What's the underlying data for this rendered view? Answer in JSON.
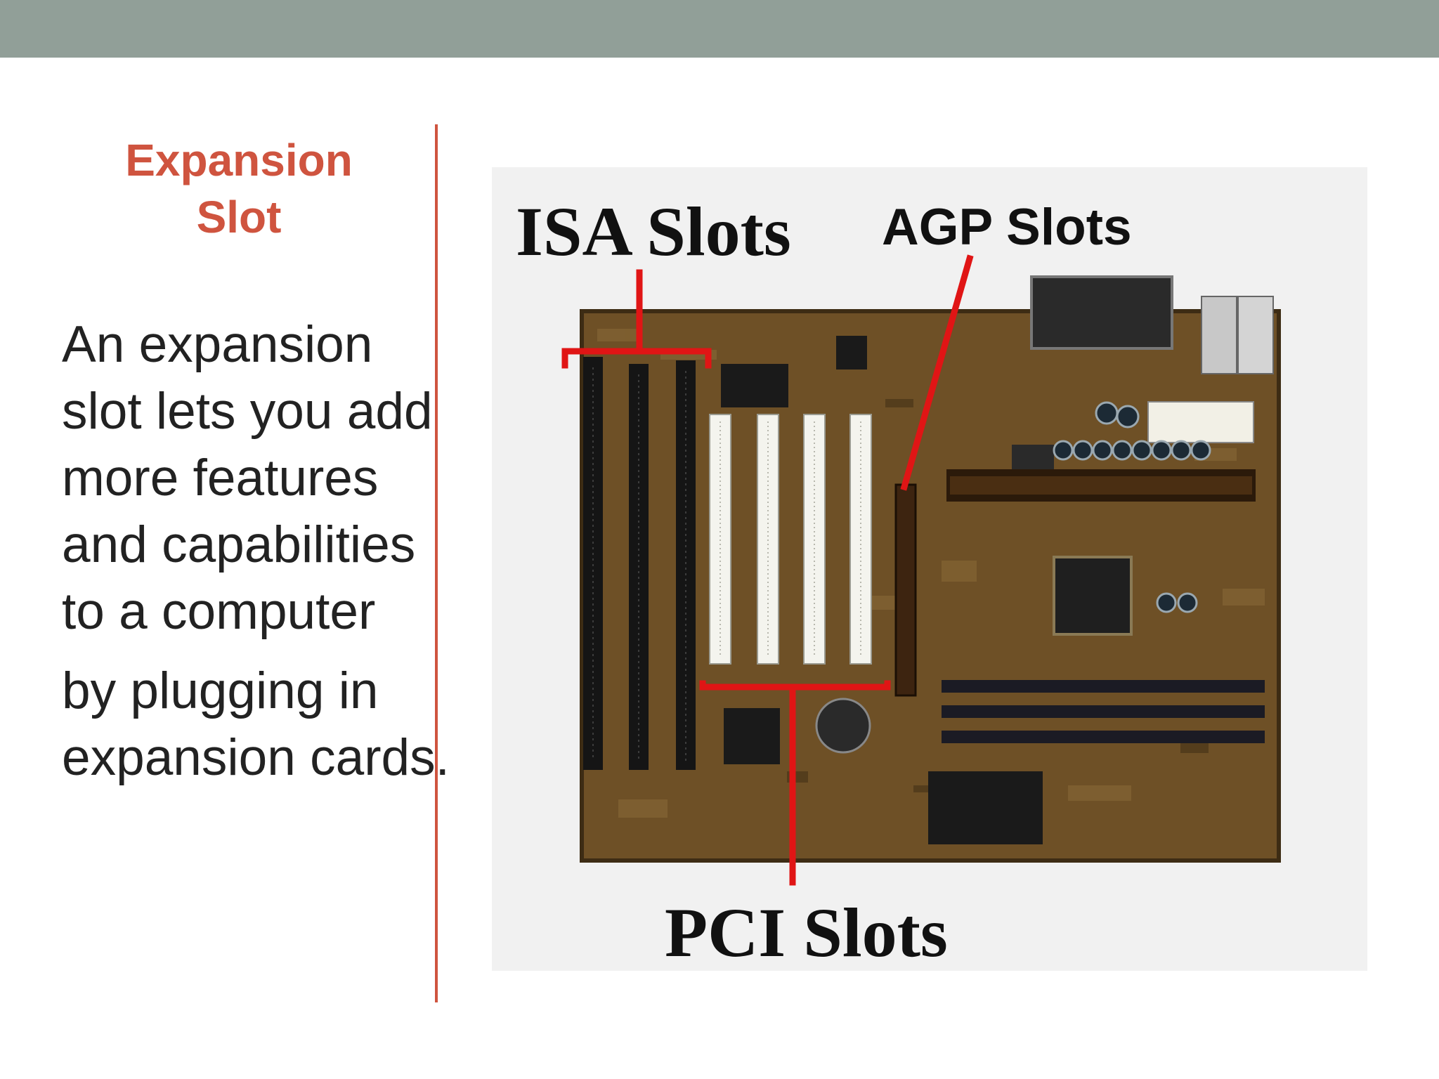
{
  "slide": {
    "title_lines": [
      "Expansion",
      "Slot"
    ],
    "body_paragraphs": [
      "An expansion slot lets you add more features and capabilities to a computer",
      "by plugging in expansion cards."
    ]
  },
  "figure": {
    "isa_label": "ISA Slots",
    "agp_label": "AGP Slots",
    "pci_label": "PCI Slots"
  },
  "colors": {
    "accent": "#cf543f",
    "top_bar": "#919f98",
    "annotation_red": "#e01515",
    "body_text": "#222222"
  }
}
